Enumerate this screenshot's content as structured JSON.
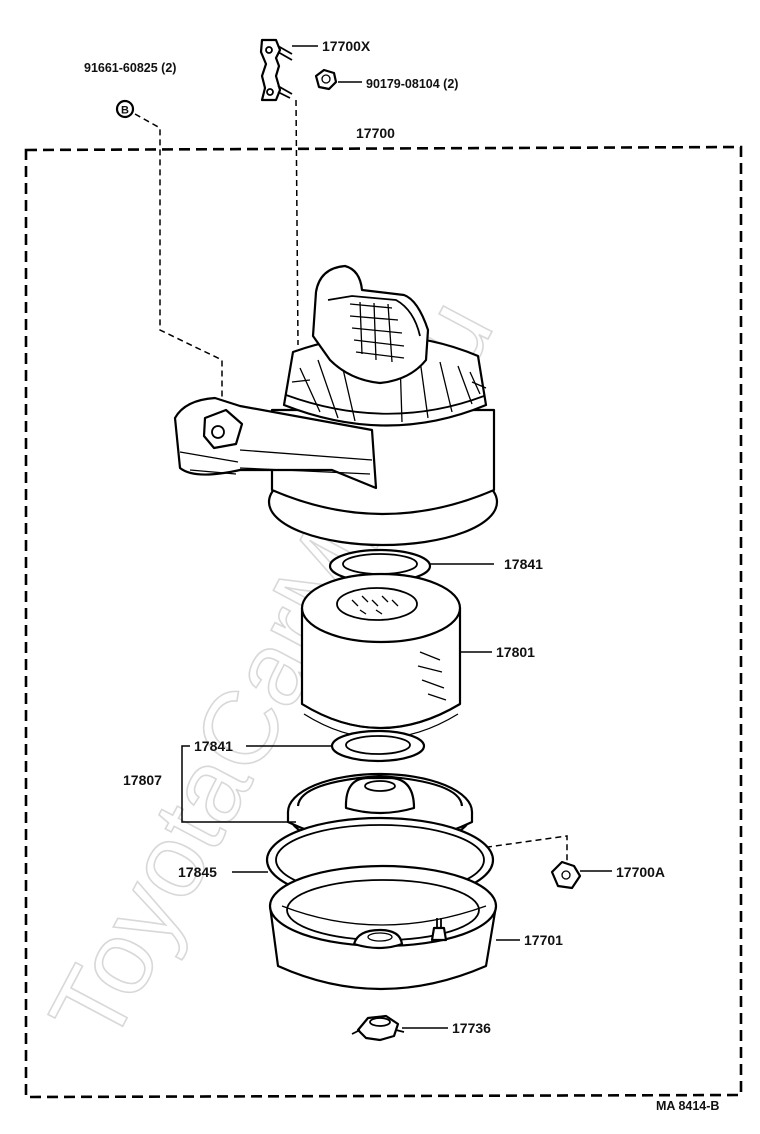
{
  "diagram": {
    "callouts": {
      "bolt_left": "91661-60825 (2)",
      "bracket": "17700X",
      "nut": "90179-08104 (2)",
      "assembly": "17700",
      "gasket_upper": "17841",
      "element": "17801",
      "gasket_lower": "17841",
      "cap_subassembly": "17807",
      "seal_ring": "17845",
      "clamp": "17700A",
      "case": "17701",
      "wing_nut": "17736"
    },
    "bolt_marker": "B",
    "watermark": "ToyotaCarMine.ru",
    "drawing_code": "MA  8414-B"
  }
}
